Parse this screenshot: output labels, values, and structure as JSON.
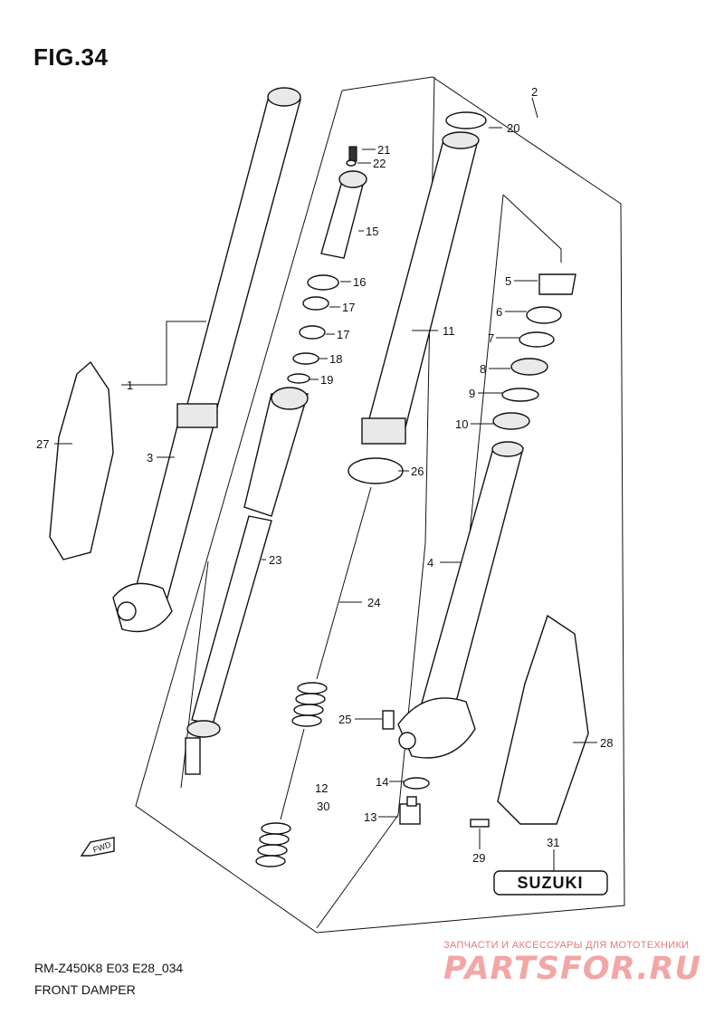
{
  "figure": {
    "title": "FIG.34",
    "model_code": "RM-Z450K8 E03 E28_034",
    "section_name": "FRONT DAMPER"
  },
  "watermark": {
    "tagline": "ЗАПЧАСТИ И АКСЕССУАРЫ ДЛЯ МОТОТЕХНИКИ",
    "site": "PARTSFOR.RU"
  },
  "emblem_text": "SUZUKI",
  "fwd_label": "FWD",
  "callouts": [
    {
      "num": "1"
    },
    {
      "num": "2"
    },
    {
      "num": "3"
    },
    {
      "num": "4"
    },
    {
      "num": "5"
    },
    {
      "num": "6"
    },
    {
      "num": "7"
    },
    {
      "num": "8"
    },
    {
      "num": "9"
    },
    {
      "num": "10"
    },
    {
      "num": "11"
    },
    {
      "num": "12"
    },
    {
      "num": "13"
    },
    {
      "num": "14"
    },
    {
      "num": "15"
    },
    {
      "num": "16"
    },
    {
      "num": "17"
    },
    {
      "num": "17"
    },
    {
      "num": "18"
    },
    {
      "num": "19"
    },
    {
      "num": "20"
    },
    {
      "num": "21"
    },
    {
      "num": "22"
    },
    {
      "num": "23"
    },
    {
      "num": "24"
    },
    {
      "num": "25"
    },
    {
      "num": "26"
    },
    {
      "num": "27"
    },
    {
      "num": "28"
    },
    {
      "num": "29"
    },
    {
      "num": "30"
    },
    {
      "num": "31"
    }
  ]
}
